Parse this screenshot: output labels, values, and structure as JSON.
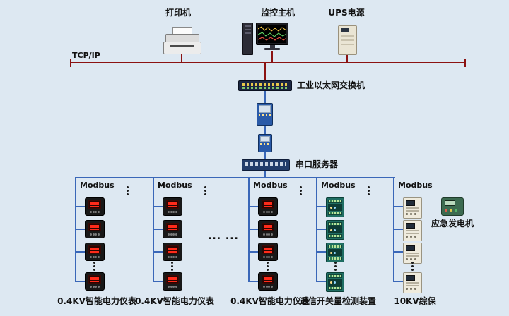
{
  "colors": {
    "background": "#dde8f2",
    "tcp_line": "#8b1212",
    "bus_line": "#3a67b8",
    "meter_display": "#ff2b1a"
  },
  "top_devices": {
    "printer": {
      "label": "打印机"
    },
    "host": {
      "label": "监控主机"
    },
    "ups": {
      "label": "UPS电源"
    }
  },
  "backbone": {
    "tcp_label": "TCP/IP",
    "switch_label": "工业以太网交换机",
    "serial_server_label": "串口服务器"
  },
  "field_buses": [
    {
      "bus_label": "Modbus",
      "device_type": "power-meter",
      "visible_devices": 4,
      "bottom_label": "0.4KV智能电力仪表"
    },
    {
      "bus_label": "Modbus",
      "device_type": "power-meter",
      "visible_devices": 4,
      "bottom_label": "0.4KV智能电力仪表"
    },
    {
      "bus_label": "Modbus",
      "device_type": "power-meter",
      "visible_devices": 4,
      "bottom_label": "0.4KV智能电力仪表"
    },
    {
      "bus_label": "Modbus",
      "device_type": "io-module",
      "visible_devices": 4,
      "bottom_label": "遥信开关量检测装置"
    },
    {
      "bus_label": "Modbus",
      "device_type": "protection",
      "visible_devices": 4,
      "bottom_label": "10KV综保"
    }
  ],
  "ellipsis": "... ...",
  "generator": {
    "label": "应急发电机"
  }
}
